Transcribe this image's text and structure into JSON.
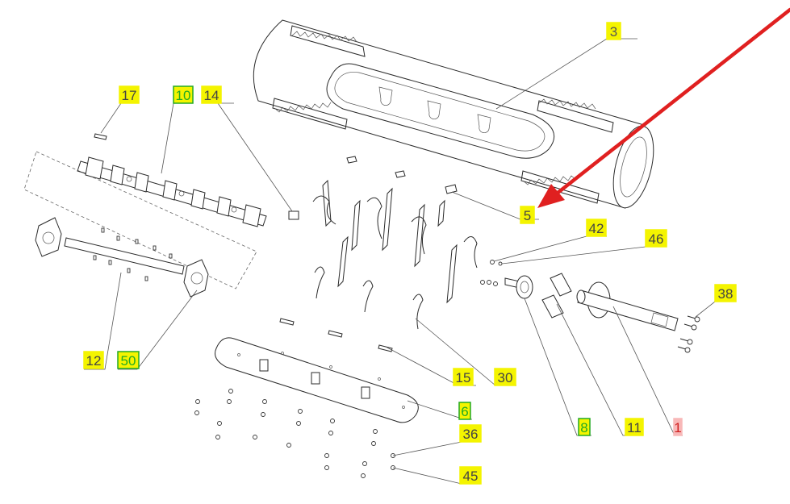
{
  "diagram": {
    "accent_arrow_color": "#e02020",
    "callouts": [
      {
        "id": "c3",
        "label": "3",
        "fill": "#f4f400",
        "border": "#f4f400",
        "text": "#555555"
      },
      {
        "id": "c5",
        "label": "5",
        "fill": "#f4f400",
        "border": "#f4f400",
        "text": "#444444"
      },
      {
        "id": "c17",
        "label": "17",
        "fill": "#f4f400",
        "border": "#f4f400",
        "text": "#444444"
      },
      {
        "id": "c10",
        "label": "10",
        "fill": "#f4f400",
        "border": "#22aa22",
        "text": "#22aa22"
      },
      {
        "id": "c14",
        "label": "14",
        "fill": "#f4f400",
        "border": "#f4f400",
        "text": "#444444"
      },
      {
        "id": "c42",
        "label": "42",
        "fill": "#f4f400",
        "border": "#f4f400",
        "text": "#444444"
      },
      {
        "id": "c46",
        "label": "46",
        "fill": "#f4f400",
        "border": "#f4f400",
        "text": "#444444"
      },
      {
        "id": "c38",
        "label": "38",
        "fill": "#f4f400",
        "border": "#f4f400",
        "text": "#444444"
      },
      {
        "id": "c12",
        "label": "12",
        "fill": "#f4f400",
        "border": "#f4f400",
        "text": "#444444"
      },
      {
        "id": "c50",
        "label": "50",
        "fill": "#f4f400",
        "border": "#22aa22",
        "text": "#22aa22"
      },
      {
        "id": "c15",
        "label": "15",
        "fill": "#f4f400",
        "border": "#f4f400",
        "text": "#444444"
      },
      {
        "id": "c30",
        "label": "30",
        "fill": "#f4f400",
        "border": "#f4f400",
        "text": "#444444"
      },
      {
        "id": "c6",
        "label": "6",
        "fill": "#f4f400",
        "border": "#22aa22",
        "text": "#22aa22"
      },
      {
        "id": "c8",
        "label": "8",
        "fill": "#f4f400",
        "border": "#22aa22",
        "text": "#22aa22"
      },
      {
        "id": "c11",
        "label": "11",
        "fill": "#f4f400",
        "border": "#f4f400",
        "text": "#444444"
      },
      {
        "id": "c1",
        "label": "1",
        "fill": "#f8b8b8",
        "border": "#f8b8b8",
        "text": "#d02020"
      },
      {
        "id": "c36",
        "label": "36",
        "fill": "#f4f400",
        "border": "#f4f400",
        "text": "#444444"
      },
      {
        "id": "c45",
        "label": "45",
        "fill": "#f4f400",
        "border": "#f4f400",
        "text": "#444444"
      }
    ]
  }
}
